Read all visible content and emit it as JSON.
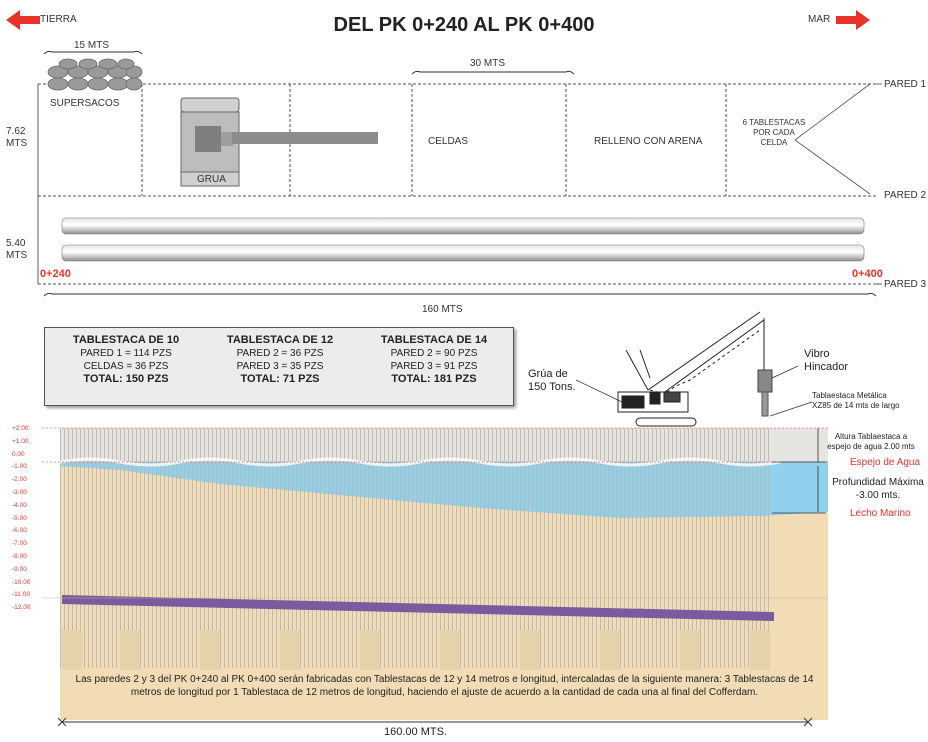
{
  "title": "DEL PK 0+240 AL PK 0+400",
  "direction": {
    "left": "TIERRA",
    "right": "MAR"
  },
  "plan": {
    "dim_15": "15 MTS",
    "dim_30": "30 MTS",
    "dim_762_a": "7.62",
    "dim_762_b": "MTS",
    "dim_540_a": "5.40",
    "dim_540_b": "MTS",
    "dim_160": "160 MTS",
    "supersacos": "SUPERSACOS",
    "grua": "GRUA",
    "celdas": "CELDAS",
    "relleno": "RELLENO CON ARENA",
    "tablestacas_note": [
      "6 TABLESTACAS",
      "POR CADA",
      "CELDA"
    ],
    "pared1": "PARED 1",
    "pared2": "PARED 2",
    "pared3": "PARED 3",
    "pk_start": "0+240",
    "pk_end": "0+400"
  },
  "table": [
    {
      "header": "TABLESTACA DE 10",
      "lines": [
        "PARED 1 = 114 PZS",
        "CELDAS = 36 PZS"
      ],
      "total": "TOTAL: 150 PZS"
    },
    {
      "header": "TABLESTACA DE 12",
      "lines": [
        "PARED 2 = 36 PZS",
        "PARED 3 = 35 PZS"
      ],
      "total": "TOTAL: 71 PZS"
    },
    {
      "header": "TABLESTACA DE 14",
      "lines": [
        "PARED 2 = 90 PZS",
        "PARED 3 = 91 PZS"
      ],
      "total": "TOTAL: 181 PZS"
    }
  ],
  "section": {
    "grua": [
      "Grúa de",
      "150 Tons."
    ],
    "vibro": [
      "Vibro",
      "Hincador"
    ],
    "tablaestaca": [
      "Tablaestaca Metálica",
      "XZ85 de 14 mts de largo"
    ],
    "altura": [
      "Altura Tablaestaca  a",
      "espejo  de agua 2.00 mts"
    ],
    "espejo": "Espejo de Agua",
    "profundidad": [
      "Profundidad Máxima",
      "-3.00 mts."
    ],
    "lecho": "Lecho Marino",
    "depth_ticks": [
      "+2.00",
      "+1.00",
      "0.00",
      "-1.00",
      "-2.00",
      "-3.00",
      "-4.00",
      "-5.00",
      "-6.00",
      "-7.00",
      "-8.00",
      "-9.00",
      "-10.00",
      "-11.00",
      "-12.00"
    ],
    "note": "Las paredes 2 y 3 del PK 0+240 al PK 0+400 serán fabricadas con Tablestacas de 12 y 14 metros e longitud, intercaladas de la siguiente manera: 3 Tablestacas de 14 metros de longitud por 1 Tablestaca de 12 metros de longitud, haciendo el ajuste de acuerdo a la cantidad de cada una al final del Cofferdam.",
    "dim_bottom": "160.00 MTS."
  },
  "colors": {
    "red": "#e8332a",
    "water": "#8fd0ec",
    "sand": "#f1dcb6",
    "purple": "#7a5ba0"
  }
}
